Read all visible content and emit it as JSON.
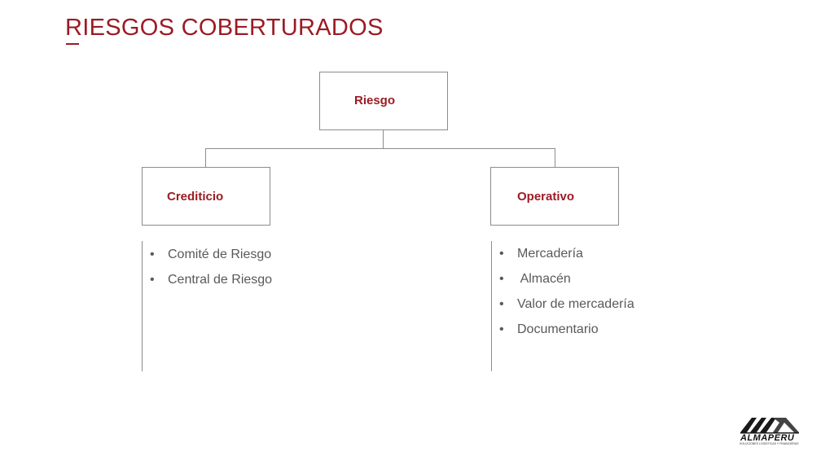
{
  "slide": {
    "title": "RIESGOS COBERTURADOS"
  },
  "diagram": {
    "root": {
      "label": "Riesgo"
    },
    "left": {
      "label": "Crediticio",
      "items": [
        "Comité de Riesgo",
        "Central de Riesgo"
      ]
    },
    "right": {
      "label": "Operativo",
      "items": [
        "Mercadería",
        " Almacén",
        "Valor de mercadería",
        "Documentario"
      ]
    }
  },
  "logo": {
    "name": "ALMAPERU",
    "tagline": "SOLUCIONES LOGÍSTICAS Y FINANCIERAS"
  },
  "colors": {
    "accent": "#9b1b24",
    "line": "#8c8c8c",
    "text": "#595959"
  }
}
